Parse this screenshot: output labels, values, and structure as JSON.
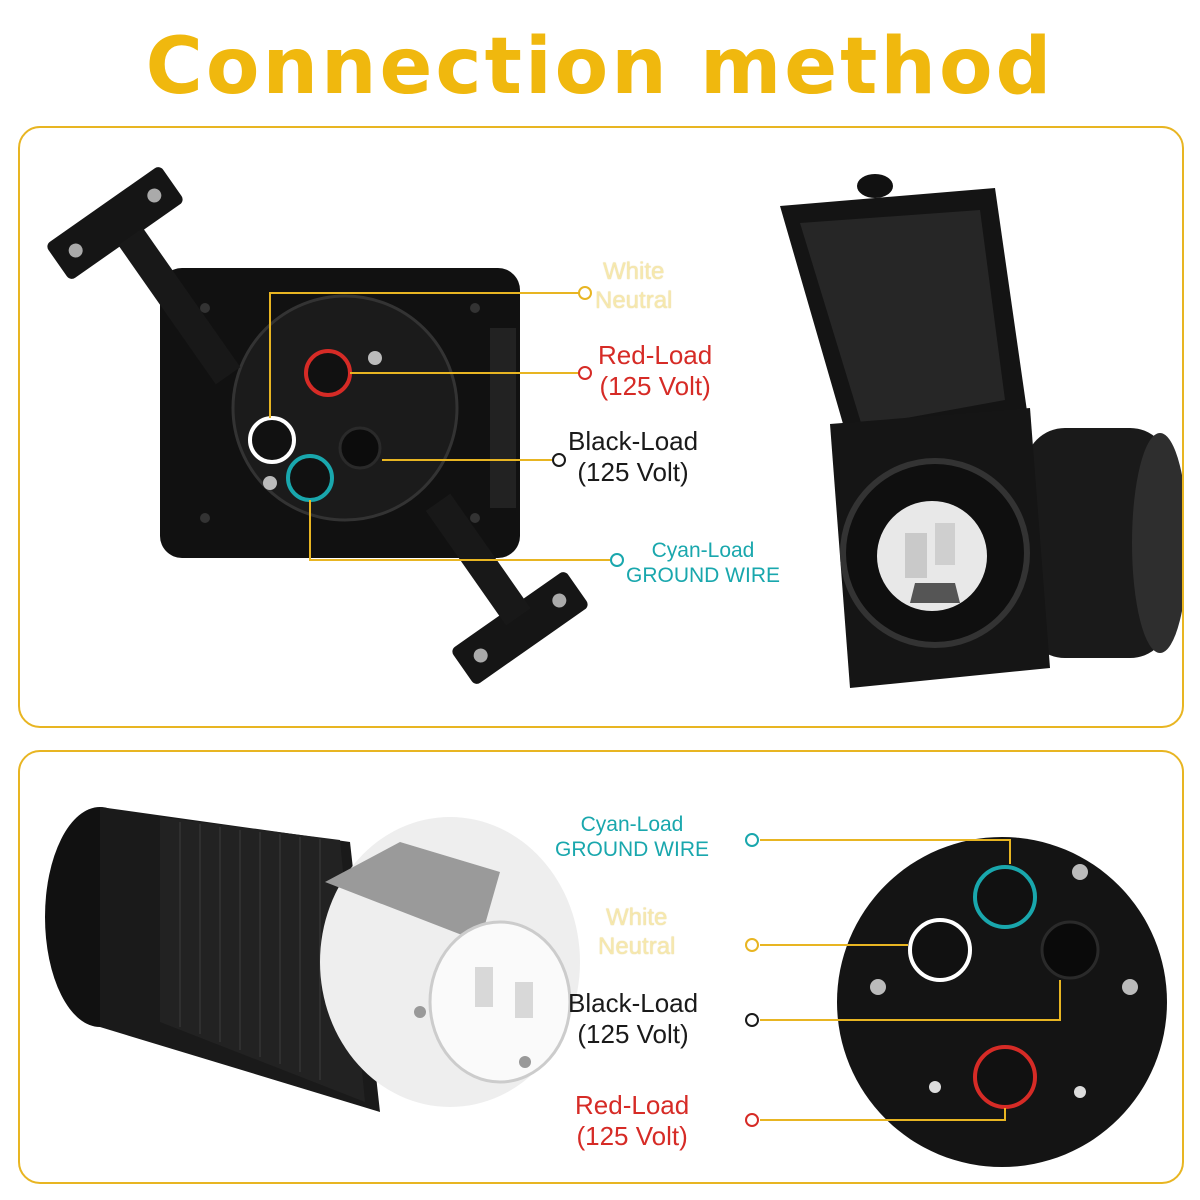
{
  "title": "Connection method",
  "top_panel": {
    "labels": {
      "white_line1": "White",
      "white_line2": "Neutral",
      "red_line1": "Red-Load",
      "red_line2": "(125 Volt)",
      "black_line1": "Black-Load",
      "black_line2": "(125 Volt)",
      "cyan_line1": "Cyan-Load",
      "cyan_line2": "GROUND WIRE"
    }
  },
  "bottom_panel": {
    "labels": {
      "cyan_line1": "Cyan-Load",
      "cyan_line2": "GROUND WIRE",
      "white_line1": "White",
      "white_line2": "Neutral",
      "black_line1": "Black-Load",
      "black_line2": "(125 Volt)",
      "red_line1": "Red-Load",
      "red_line2": "(125 Volt)"
    }
  },
  "colors": {
    "title": "#f0b80e",
    "border": "#e8b522",
    "white_wire": "#f6e8ad",
    "red_wire": "#d62b26",
    "black_wire": "#1a1a1a",
    "cyan_wire": "#19a7ad"
  }
}
